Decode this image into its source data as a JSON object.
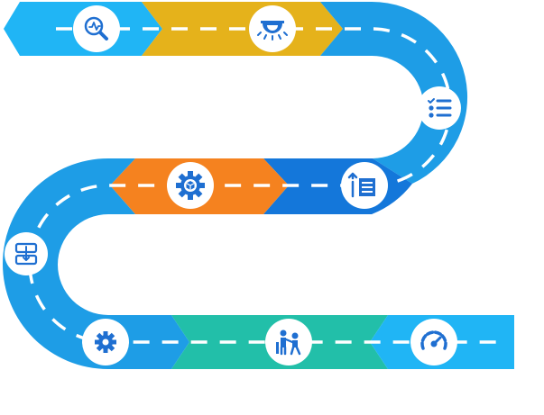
{
  "colors": {
    "background": "#ffffff",
    "dash": "#ffffff",
    "icon": "#1f6fd1",
    "node_fill": "#ffffff",
    "road_light": "#20b5f5",
    "road_mid": "#1e9de6",
    "road_dark": "#1477da",
    "yellow": "#e5b21b",
    "orange": "#f5821f",
    "teal": "#22bfa9"
  },
  "segments": [
    {
      "name": "start-arrow-segment",
      "color": "road_light"
    },
    {
      "name": "yellow-arrow-segment",
      "color": "yellow"
    },
    {
      "name": "upper-curve-segment",
      "color": "road_mid"
    },
    {
      "name": "dark-arrow-segment",
      "color": "road_dark"
    },
    {
      "name": "orange-arrow-segment",
      "color": "orange"
    },
    {
      "name": "lower-curve-segment",
      "color": "road_mid"
    },
    {
      "name": "teal-arrow-segment",
      "color": "teal"
    },
    {
      "name": "end-arrow-segment",
      "color": "road_light"
    }
  ],
  "milestones": [
    {
      "name": "analytics-magnifier-icon"
    },
    {
      "name": "ceiling-light-icon"
    },
    {
      "name": "checklist-icon"
    },
    {
      "name": "list-upload-icon"
    },
    {
      "name": "settings-cube-icon"
    },
    {
      "name": "server-download-icon"
    },
    {
      "name": "gear-icon"
    },
    {
      "name": "teamwork-people-icon"
    },
    {
      "name": "speedometer-icon"
    }
  ]
}
